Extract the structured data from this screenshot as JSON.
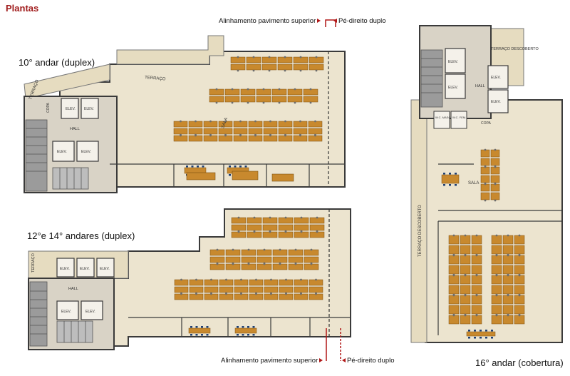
{
  "header": {
    "title": "Plantas"
  },
  "floors": {
    "f10": {
      "label": "10° andar (duplex)"
    },
    "f12": {
      "label": "12°e 14° andares (duplex)"
    },
    "f16": {
      "label": "16° andar (cobertura)"
    }
  },
  "annotations": {
    "alinhamento": "Alinhamento pavimento superior",
    "pe_direito": "Pé-direito duplo"
  },
  "room_labels": {
    "terraco": "TERRAÇO",
    "terraco_descoberto": "TERRAÇO DESCOBERTO",
    "elev": "ELEV.",
    "hall": "HALL",
    "sala": "SALA",
    "copa": "COPA",
    "wc_masc": "W.C. MASC.",
    "wc_fem": "W.C. FEM."
  },
  "colors": {
    "title": "#a01c1c",
    "accent_red": "#b01616",
    "floor": "#ece4cf",
    "wall": "#3a3a3a",
    "desk": "#c8892e",
    "chair": "#1e3f73"
  }
}
